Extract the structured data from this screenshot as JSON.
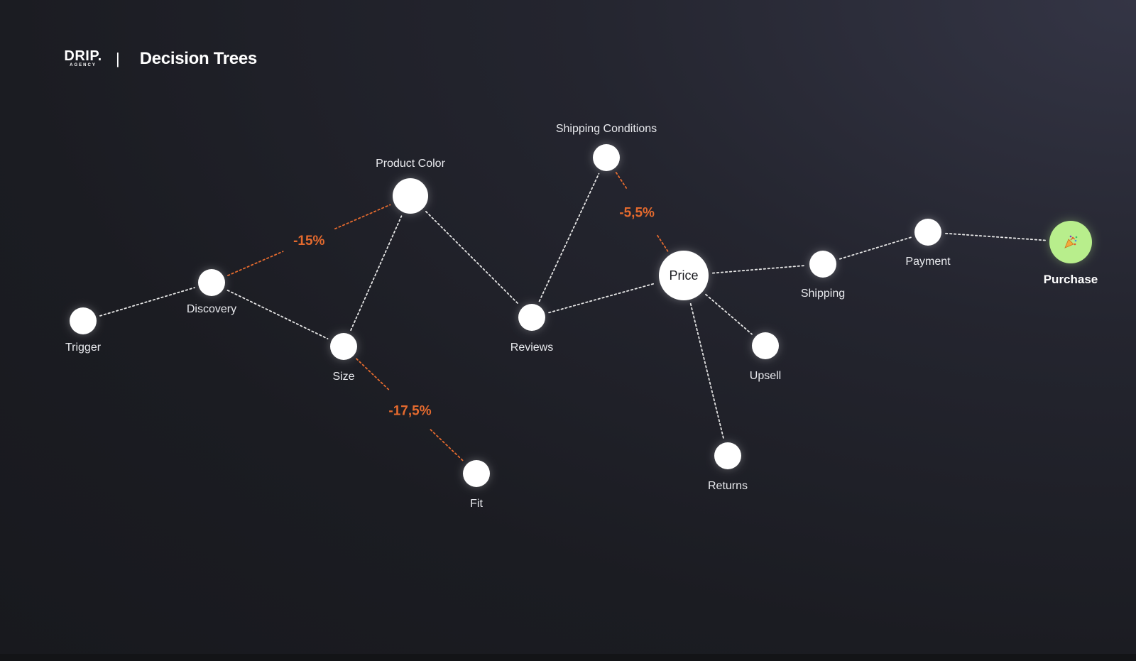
{
  "header": {
    "logo_main": "DRIP.",
    "logo_sub": "AGENCY",
    "separator": "|",
    "title": "Decision Trees"
  },
  "colors": {
    "background": "#1b1c22",
    "node": "#ffffff",
    "edge": "#e6e6e6",
    "drop_edge": "#e46a2e",
    "drop_label": "#e46a2e",
    "goal_node": "#b8ee8c"
  },
  "nodes": [
    {
      "id": "trigger",
      "label": "Trigger"
    },
    {
      "id": "discovery",
      "label": "Discovery"
    },
    {
      "id": "product_color",
      "label": "Product Color"
    },
    {
      "id": "size",
      "label": "Size"
    },
    {
      "id": "fit",
      "label": "Fit"
    },
    {
      "id": "reviews",
      "label": "Reviews"
    },
    {
      "id": "shipping_conditions",
      "label": "Shipping Conditions"
    },
    {
      "id": "price",
      "label": "Price"
    },
    {
      "id": "upsell",
      "label": "Upsell"
    },
    {
      "id": "returns",
      "label": "Returns"
    },
    {
      "id": "shipping",
      "label": "Shipping"
    },
    {
      "id": "payment",
      "label": "Payment"
    },
    {
      "id": "purchase",
      "label": "Purchase",
      "icon": "party-popper-icon"
    }
  ],
  "edges": [
    {
      "from": "trigger",
      "to": "discovery"
    },
    {
      "from": "discovery",
      "to": "product_color",
      "drop": "-15%"
    },
    {
      "from": "discovery",
      "to": "size"
    },
    {
      "from": "size",
      "to": "product_color"
    },
    {
      "from": "size",
      "to": "fit",
      "drop": "-17,5%"
    },
    {
      "from": "product_color",
      "to": "reviews"
    },
    {
      "from": "reviews",
      "to": "shipping_conditions"
    },
    {
      "from": "shipping_conditions",
      "to": "price",
      "drop": "-5,5%"
    },
    {
      "from": "reviews",
      "to": "price"
    },
    {
      "from": "price",
      "to": "upsell"
    },
    {
      "from": "price",
      "to": "returns"
    },
    {
      "from": "price",
      "to": "shipping"
    },
    {
      "from": "shipping",
      "to": "payment"
    },
    {
      "from": "payment",
      "to": "purchase"
    }
  ]
}
